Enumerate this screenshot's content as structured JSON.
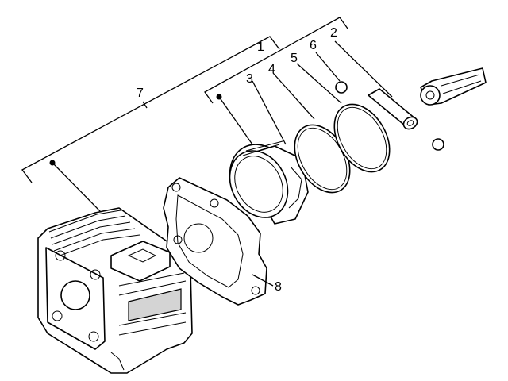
{
  "callouts": [
    {
      "id": "1",
      "label": "1"
    },
    {
      "id": "2",
      "label": "2"
    },
    {
      "id": "3",
      "label": "3"
    },
    {
      "id": "4",
      "label": "4"
    },
    {
      "id": "5",
      "label": "5"
    },
    {
      "id": "6",
      "label": "6"
    },
    {
      "id": "7",
      "label": "7"
    },
    {
      "id": "8",
      "label": "8"
    }
  ],
  "parts": [
    {
      "callout": "7",
      "name": "cylinder"
    },
    {
      "callout": "8",
      "name": "gasket"
    },
    {
      "callout": "3",
      "name": "piston"
    },
    {
      "callout": "4",
      "name": "piston-ring"
    },
    {
      "callout": "5",
      "name": "piston-ring"
    },
    {
      "callout": "6",
      "name": "circlip"
    },
    {
      "callout": "2",
      "name": "piston-pin"
    },
    {
      "callout": "1",
      "name": "piston-assembly-group"
    }
  ]
}
